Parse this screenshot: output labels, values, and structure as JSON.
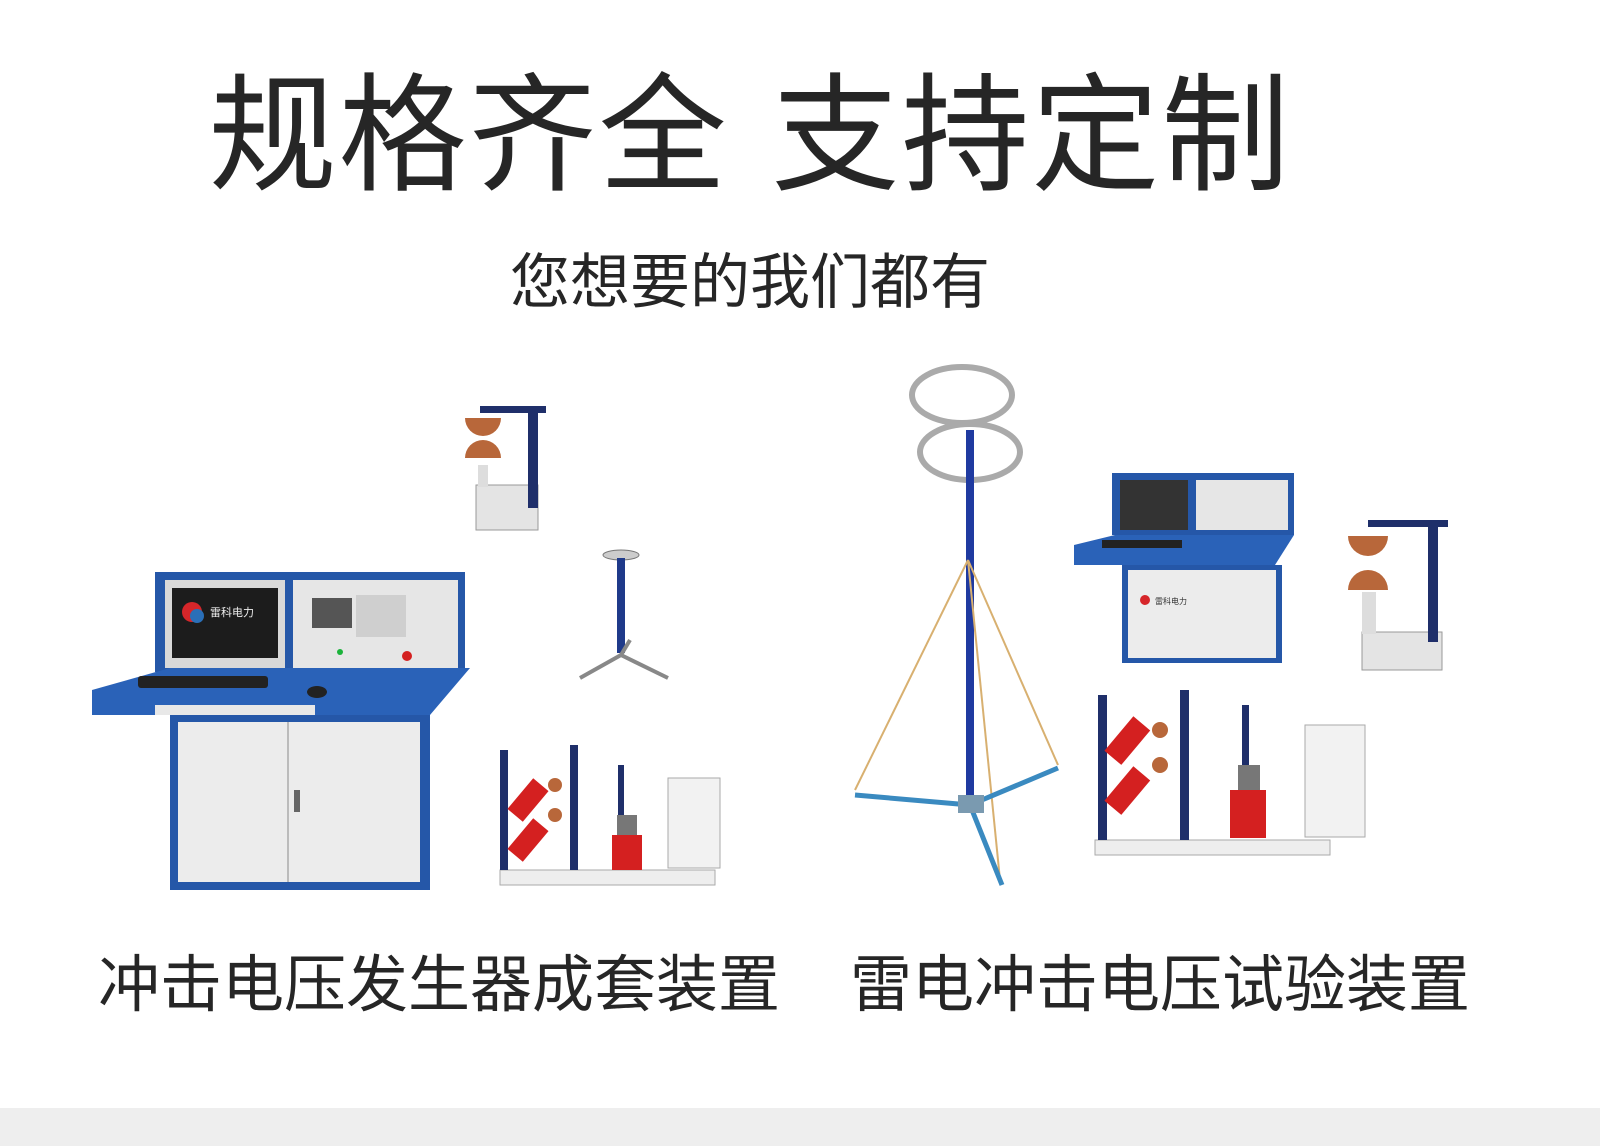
{
  "header": {
    "title": "规格齐全 支持定制",
    "subtitle": "您想要的我们都有"
  },
  "products": [
    {
      "caption": "冲击电压发生器成套装置"
    },
    {
      "caption": "雷电冲击电压试验装置"
    }
  ],
  "logo": {
    "text": "雷科电力",
    "brand_color": "#d6262a",
    "accent_color": "#2a6fb8"
  },
  "colors": {
    "cabinet_blue": "#2557a8",
    "panel_gray": "#e8e8e8",
    "copper": "#b8673a",
    "red_part": "#d42020"
  }
}
